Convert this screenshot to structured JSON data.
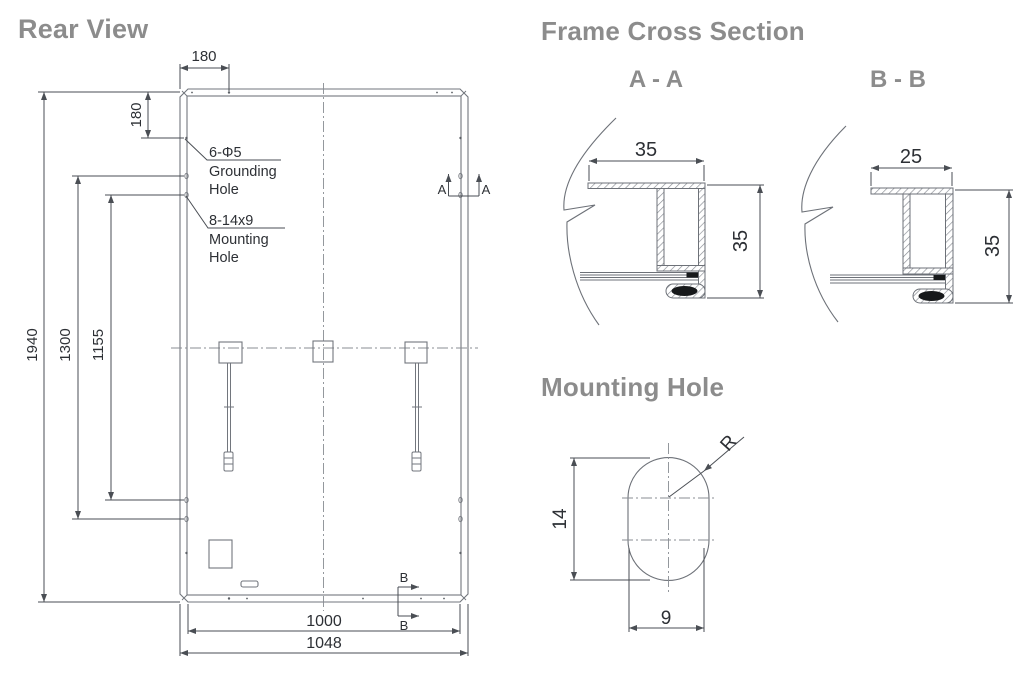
{
  "titles": {
    "rear_view": "Rear View",
    "frame_cross_section": "Frame Cross Section",
    "section_aa": "A - A",
    "section_bb": "B - B",
    "mounting_hole": "Mounting Hole"
  },
  "rear_view": {
    "dim_top_offset": "180",
    "dim_side_offset": "180",
    "dim_height": "1940",
    "dim_hole_span_outer": "1300",
    "dim_hole_span_inner": "1155",
    "dim_bottom_inner_width": "1000",
    "dim_overall_width": "1048",
    "grounding_hole_label": {
      "line1": "6-Φ5",
      "line2": "Grounding",
      "line3": "Hole"
    },
    "mounting_hole_label": {
      "line1": "8-14x9",
      "line2": "Mounting",
      "line3": "Hole"
    },
    "marker_a": "A",
    "marker_b": "B"
  },
  "section_aa": {
    "dim_width": "35",
    "dim_height": "35"
  },
  "section_bb": {
    "dim_width": "25",
    "dim_height": "35"
  },
  "mounting_hole_detail": {
    "dim_height": "14",
    "dim_width": "9",
    "radius_label": "R"
  },
  "colors": {
    "title": "#8c8c8c",
    "line": "#72767d",
    "dimension": "#4a4e54",
    "text": "#2d3035",
    "fill_black": "#17191b"
  }
}
